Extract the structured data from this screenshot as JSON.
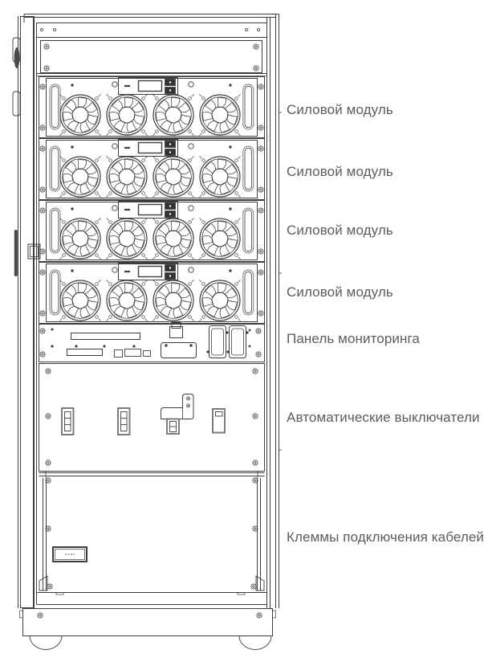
{
  "diagram": {
    "labels": [
      {
        "text": "Силовой модуль"
      },
      {
        "text": "Силовой модуль"
      },
      {
        "text": "Силовой модуль"
      },
      {
        "text": "Силовой модуль"
      },
      {
        "text": "Панель мониторинга"
      },
      {
        "text": "Автоматические выключатели"
      },
      {
        "text": "Клеммы подключения кабелей"
      }
    ],
    "colors": {
      "line": "#3e3e3e",
      "line_light": "#6e6e6e",
      "label_text": "#5c5c5c",
      "background": "#ffffff"
    }
  }
}
